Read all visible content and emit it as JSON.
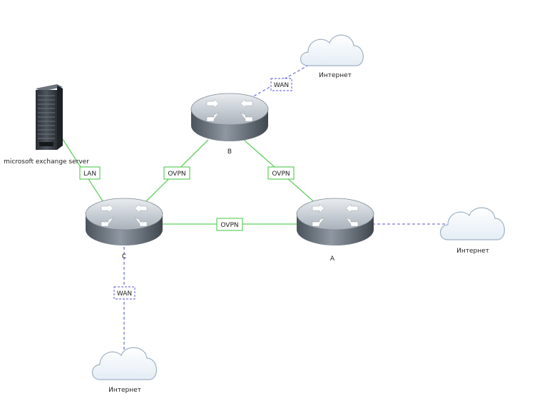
{
  "server": {
    "label": "microsoft exchange server"
  },
  "routers": {
    "a": {
      "label": "A"
    },
    "b": {
      "label": "B"
    },
    "c": {
      "label": "C"
    }
  },
  "clouds": {
    "top": {
      "label": "Интернет"
    },
    "right": {
      "label": "Интернет"
    },
    "bottom": {
      "label": "Интернет"
    }
  },
  "links": {
    "server_c": {
      "label": "LAN"
    },
    "c_b": {
      "label": "OVPN"
    },
    "b_a": {
      "label": "OVPN"
    },
    "c_a": {
      "label": "OVPN"
    },
    "b_wan": {
      "label": "WAN"
    },
    "c_wan": {
      "label": "WAN"
    }
  },
  "colors": {
    "vpn_link": "#5fcf5f",
    "wan_link": "#7777dd"
  }
}
